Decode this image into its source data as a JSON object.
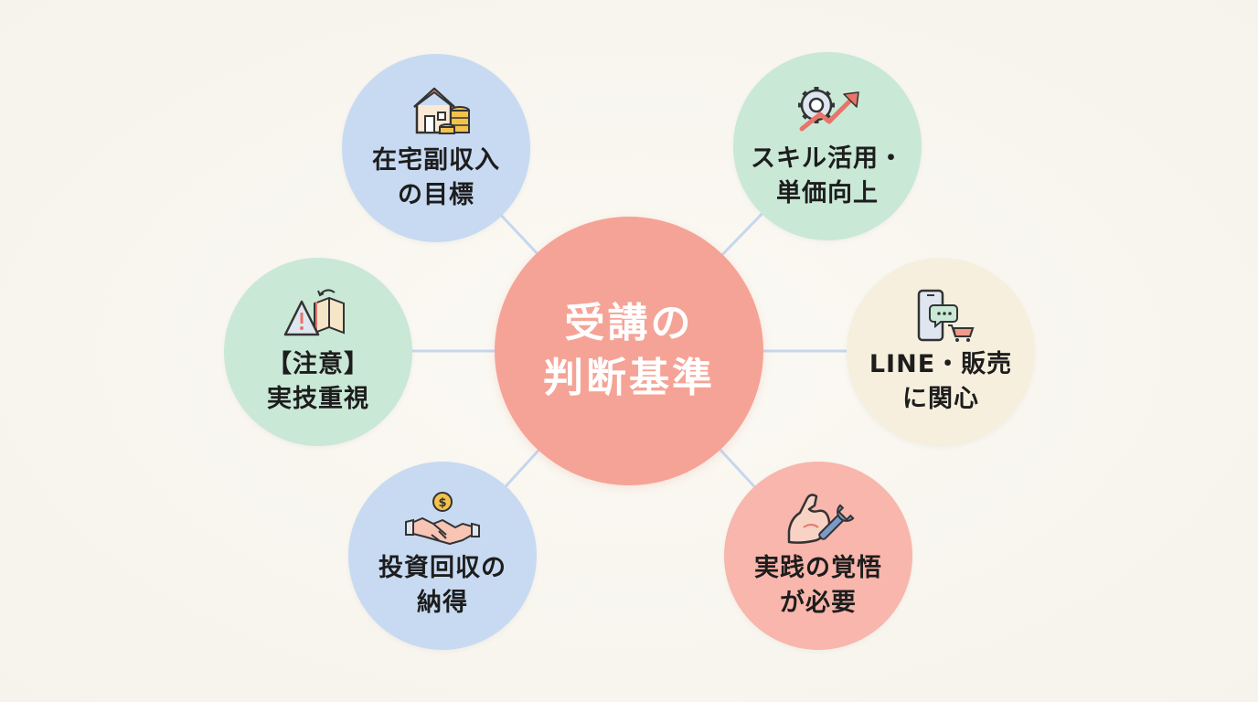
{
  "center": {
    "line1": "受講の",
    "line2": "判断基準"
  },
  "nodes": [
    {
      "id": "house-income",
      "line1": "在宅副収入",
      "line2": "の目標",
      "icon": "house-coins-icon",
      "color": "#c8daf2"
    },
    {
      "id": "skill-price",
      "line1": "スキル活用・",
      "line2": "単価向上",
      "icon": "gear-rising-arrow-icon",
      "color": "#c9e8d6"
    },
    {
      "id": "caution-practice",
      "line1": "【注意】",
      "line2": "実技重視",
      "icon": "warning-book-icon",
      "color": "#c9e8d6"
    },
    {
      "id": "line-sales",
      "line1": "LINE・販売",
      "line2": "に関心",
      "icon": "phone-chat-cart-icon",
      "color": "#f6efdd"
    },
    {
      "id": "investment-return",
      "line1": "投資回収の",
      "line2": "納得",
      "icon": "handshake-dollar-icon",
      "color": "#c8daf2"
    },
    {
      "id": "practice-resolve",
      "line1": "実践の覚悟",
      "line2": "が必要",
      "icon": "muscle-wrench-icon",
      "color": "#f8b6ac"
    }
  ],
  "colors": {
    "connector": "#c5d7ef",
    "center": "#f5a396",
    "background": "#f8f5ee"
  }
}
